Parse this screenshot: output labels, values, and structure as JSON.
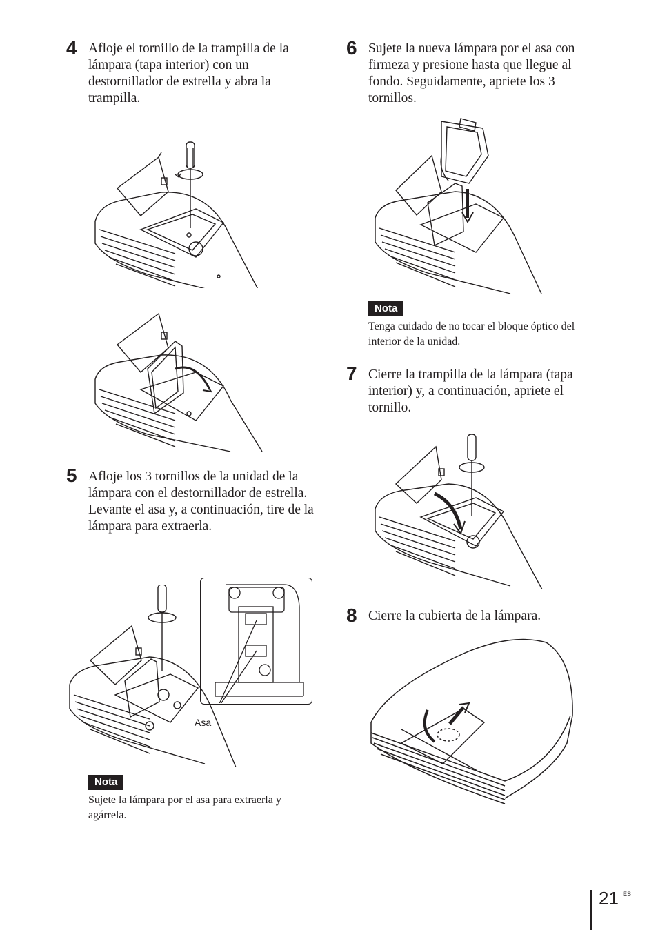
{
  "steps": [
    {
      "num": "4",
      "text": "Afloje el tornillo de la trampilla de la lámpara (tapa interior) con un destornillador de estrella y abra la trampilla."
    },
    {
      "num": "5",
      "text": "Afloje los 3 tornillos de la unidad de la lámpara con el destornillador de estrella. Levante el asa y, a continuación, tire de la lámpara para extraerla."
    },
    {
      "num": "6",
      "text": "Sujete la nueva lámpara por el asa con firmeza y presione hasta que llegue al fondo. Seguidamente, apriete los 3 tornillos."
    },
    {
      "num": "7",
      "text": "Cierre la trampilla de la lámpara (tapa interior) y, a continuación, apriete el tornillo."
    },
    {
      "num": "8",
      "text": "Cierre la cubierta de la lámpara."
    }
  ],
  "notes": [
    {
      "label": "Nota",
      "text": "Sujete la lámpara por el asa para extraerla y agárrela."
    },
    {
      "label": "Nota",
      "text": "Tenga cuidado de no tocar el bloque óptico del interior de la unidad."
    }
  ],
  "callout": {
    "asa": "Asa"
  },
  "footer": {
    "page": "21",
    "lang": "ES"
  }
}
